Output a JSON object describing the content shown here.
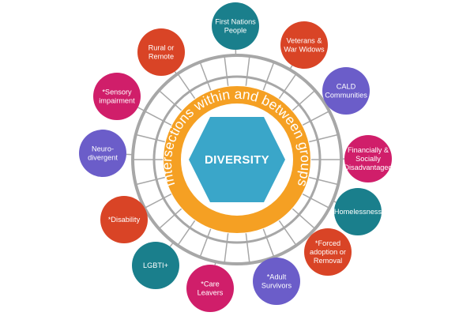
{
  "center": {
    "label": "DIVERSITY",
    "color": "#3aa6c9"
  },
  "ring": {
    "text": "Intersections within and between groups",
    "color": "#f5a023"
  },
  "outer_ring_color": "#a7a7a7",
  "groups": [
    {
      "id": "first-nations-people",
      "lines": [
        "First Nations",
        "People"
      ],
      "color": "#1a7f8c"
    },
    {
      "id": "veterans-war-widows",
      "lines": [
        "Veterans &",
        "War Widows"
      ],
      "color": "#d94426"
    },
    {
      "id": "cald-communities",
      "lines": [
        "CALD",
        "Communities"
      ],
      "color": "#6b5dc9"
    },
    {
      "id": "financially-socially-disadvantaged",
      "lines": [
        "Financially &",
        "Socially",
        "Disadvantaged"
      ],
      "color": "#d01e6a"
    },
    {
      "id": "homelessness",
      "lines": [
        "Homelessness"
      ],
      "color": "#1a7f8c"
    },
    {
      "id": "forced-adoption-removal",
      "lines": [
        "*Forced",
        "adoption or",
        "Removal"
      ],
      "color": "#d94426"
    },
    {
      "id": "adult-survivors",
      "lines": [
        "*Adult",
        "Survivors"
      ],
      "color": "#6b5dc9"
    },
    {
      "id": "care-leavers",
      "lines": [
        "*Care",
        "Leavers"
      ],
      "color": "#d01e6a"
    },
    {
      "id": "lgbti",
      "lines": [
        "LGBTI+"
      ],
      "color": "#1a7f8c"
    },
    {
      "id": "disability",
      "lines": [
        "*Disability"
      ],
      "color": "#d94426"
    },
    {
      "id": "neurodivergent",
      "lines": [
        "Neuro-",
        "divergent"
      ],
      "color": "#6b5dc9"
    },
    {
      "id": "sensory-impairment",
      "lines": [
        "*Sensory",
        "impairment"
      ],
      "color": "#d01e6a"
    },
    {
      "id": "rural-remote",
      "lines": [
        "Rural or",
        "Remote"
      ],
      "color": "#d94426"
    }
  ]
}
